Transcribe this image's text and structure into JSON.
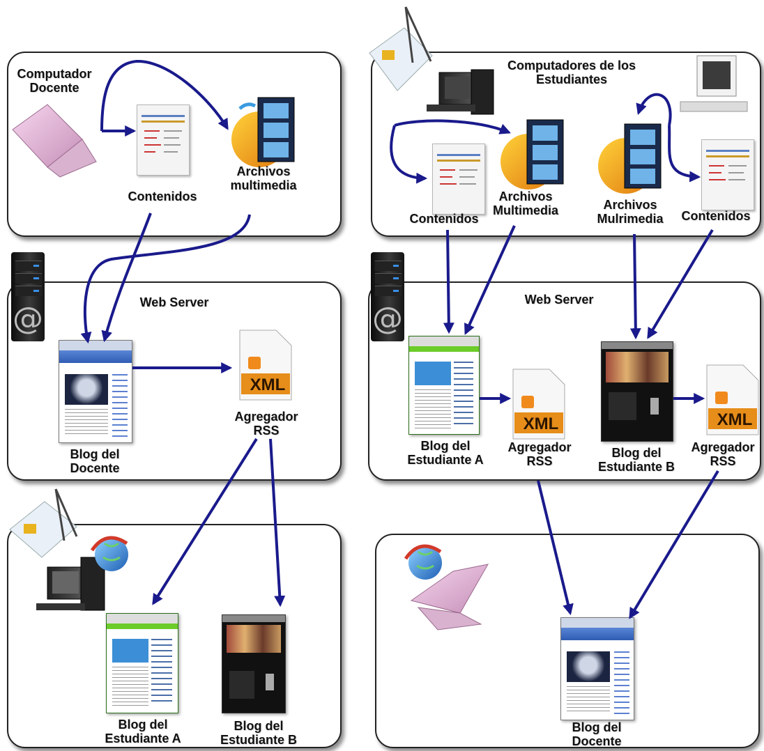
{
  "nodes": {
    "computador_docente": "Computador\nDocente",
    "contenidos_left": "Contenidos",
    "archivos_multimedia_left": "Archivos\nmultimedia",
    "web_server_left": "Web Server",
    "blog_docente_left": "Blog del\nDocente",
    "agregador_left": "Agregador\nRSS",
    "blog_estudiante_a_bottom": "Blog del\nEstudiante A",
    "blog_estudiante_b_bottom": "Blog del\nEstudiante B",
    "computadores_estudiantes": "Computadores de los\nEstudiantes",
    "contenidos_right_a": "Contenidos",
    "archivos_multimedia_right_a": "Archivos\nMultimedia",
    "archivos_multimedia_right_b": "Archivos\nMulrimedia",
    "contenidos_right_b": "Contenidos",
    "web_server_right": "Web Server",
    "blog_estudiante_a_right": "Blog del\nEstudiante A",
    "agregador_right_a": "Agregador\nRSS",
    "blog_estudiante_b_right": "Blog del\nEstudiante B",
    "agregador_right_b": "Agregador\nRSS",
    "blog_docente_bottom": "Blog del\nDocente"
  },
  "icon_text": {
    "xml": "XML",
    "at": "@"
  },
  "colors": {
    "arrow": "#1a1a8c",
    "panel_border": "#222222",
    "blog_green": "#4a9a2a",
    "blog_blue": "#3f66c4"
  }
}
